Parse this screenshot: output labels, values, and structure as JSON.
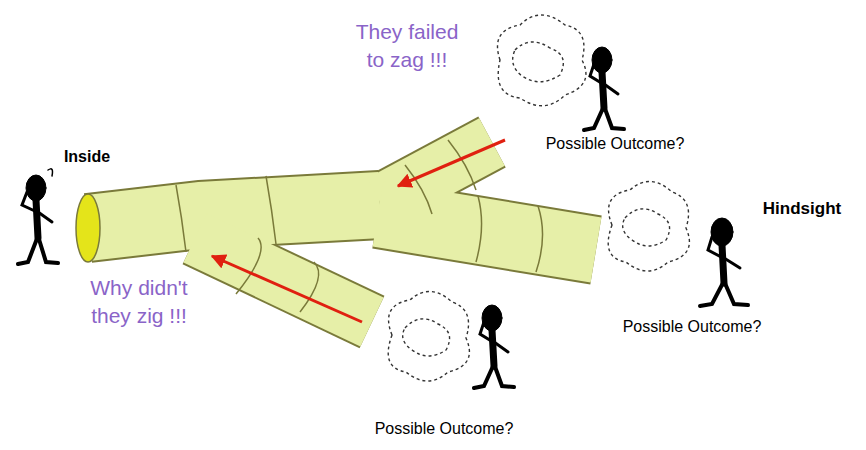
{
  "diagram": {
    "labels": [
      "They failed to zag !!!",
      "Possible Outcome?",
      "Inside",
      "Hindsight",
      "Possible Outcome?",
      "Why didn't they zig !!!",
      "Possible Outcome?"
    ]
  }
}
